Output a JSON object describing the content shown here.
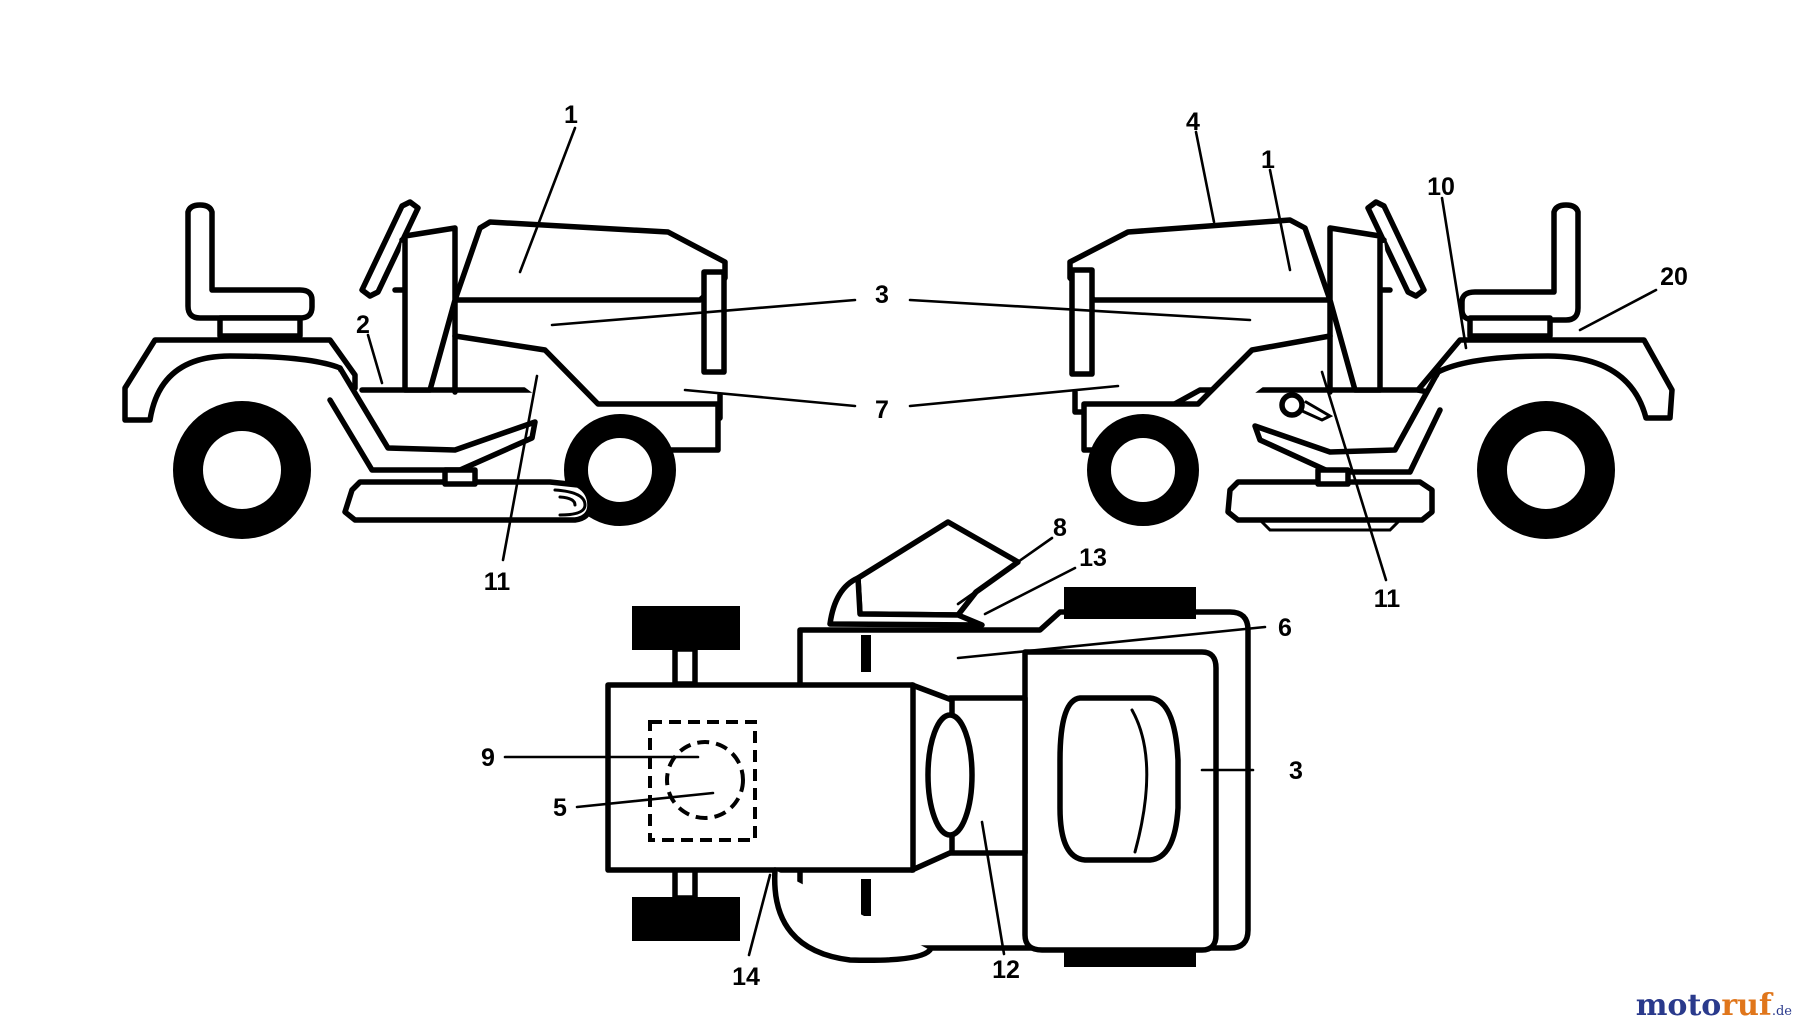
{
  "diagram": {
    "callouts": [
      "1",
      "2",
      "3",
      "7",
      "11",
      "4",
      "1",
      "10",
      "20",
      "3",
      "7",
      "11",
      "8",
      "13",
      "6",
      "9",
      "5",
      "3",
      "14",
      "12"
    ]
  },
  "brand": {
    "part1": "moto",
    "part2": "ruf",
    "part3": ".de"
  },
  "colors": {
    "line": "#000000",
    "background": "#ffffff",
    "brand_blue": "#2a3a8c",
    "brand_orange": "#e0761b"
  }
}
